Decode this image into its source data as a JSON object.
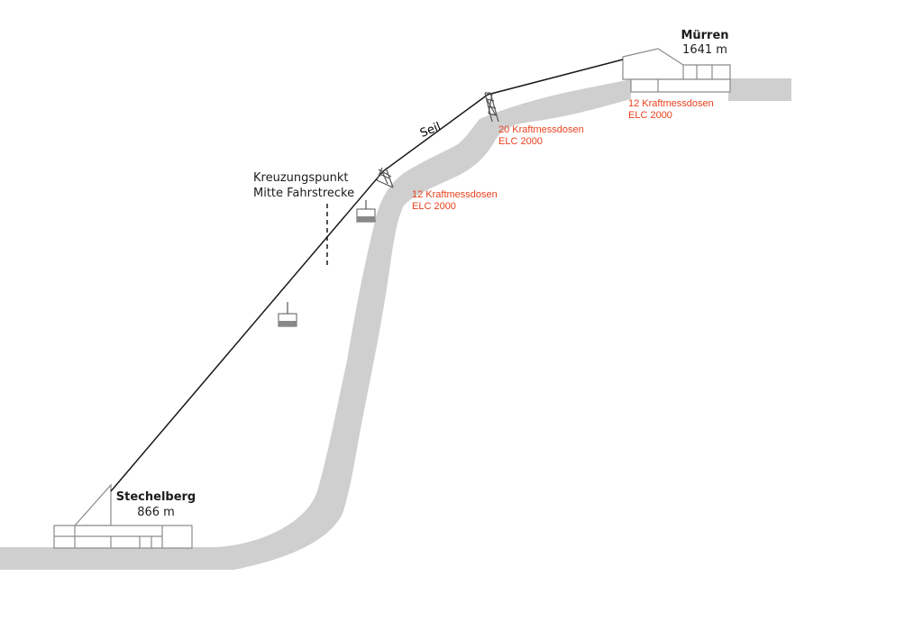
{
  "colors": {
    "terrain": "#cfcfcf",
    "line": "#1a1a1a",
    "building_stroke": "#8a8a8a",
    "sensor_text": "#e8401c"
  },
  "stations": {
    "top": {
      "name": "Mürren",
      "altitude": "1641 m"
    },
    "bottom": {
      "name": "Stechelberg",
      "altitude": "866 m"
    }
  },
  "cable_label": "Seil",
  "crossing": {
    "line1": "Kreuzungspunkt",
    "line2": "Mitte Fahrstrecke"
  },
  "sensors": [
    {
      "line1": "12 Kraftmessdosen",
      "line2": "ELC 2000"
    },
    {
      "line1": "20 Kraftmessdosen",
      "line2": "ELC 2000"
    },
    {
      "line1": "12 Kraftmessdosen",
      "line2": "ELC 2000"
    }
  ]
}
